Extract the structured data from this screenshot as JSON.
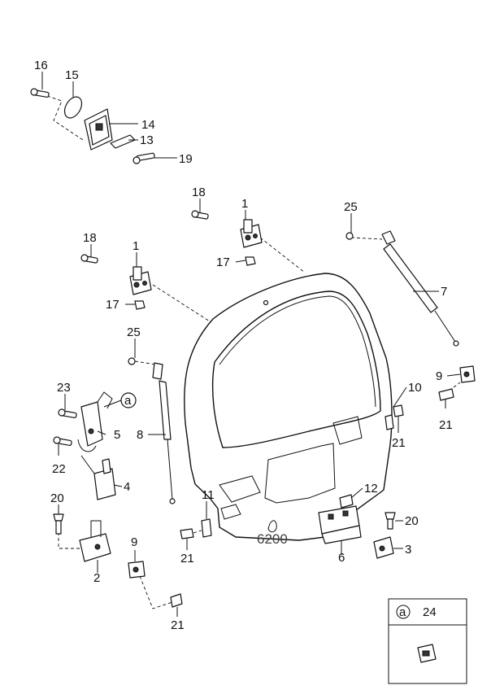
{
  "diagram": {
    "callouts": [
      "16",
      "15",
      "14",
      "13",
      "19",
      "18",
      "1",
      "25",
      "17",
      "18",
      "1",
      "7",
      "17",
      "25",
      "9",
      "23",
      "10",
      "5",
      "21",
      "21",
      "8",
      "22",
      "4",
      "11",
      "12",
      "20",
      "20",
      "9",
      "21",
      "6",
      "3",
      "2",
      "21"
    ],
    "model_code": "6200",
    "detail": {
      "marker": "a",
      "number": "24"
    },
    "harness_marker": "a"
  }
}
